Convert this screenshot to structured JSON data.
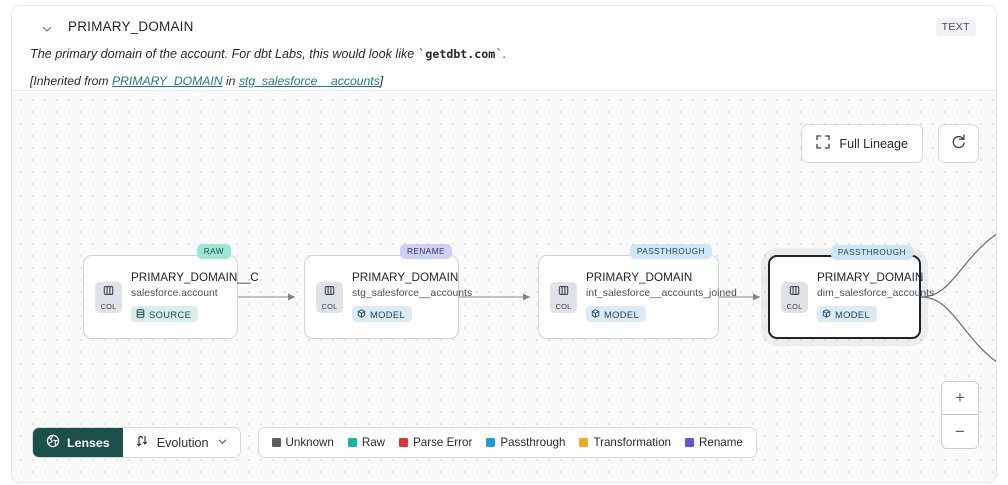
{
  "header": {
    "collapse_icon": "chevron-down-icon",
    "column_name": "PRIMARY_DOMAIN",
    "type_badge": "TEXT",
    "description_prefix": "The primary domain of the account. For dbt Labs, this would look like ",
    "description_code": "getdbt.com",
    "description_suffix": ".",
    "inherited_prefix": "[Inherited from ",
    "inherited_column_link": "PRIMARY_DOMAIN",
    "inherited_middle": " in ",
    "inherited_table_link": "stg_salesforce__accounts",
    "inherited_suffix": "]"
  },
  "canvas": {
    "full_lineage_label": "Full Lineage",
    "full_lineage_icon": "expand-corners-icon",
    "refresh_icon": "refresh-icon",
    "zoom_in_label": "+",
    "zoom_out_label": "−"
  },
  "nodes": [
    {
      "tag": "RAW",
      "tag_kind": "raw",
      "col_label": "COL",
      "name": "PRIMARY_DOMAIN__C",
      "table": "salesforce.account",
      "pill": "SOURCE",
      "pill_kind": "source",
      "selected": false
    },
    {
      "tag": "RENAME",
      "tag_kind": "rename",
      "col_label": "COL",
      "name": "PRIMARY_DOMAIN",
      "table": "stg_salesforce__accounts",
      "pill": "MODEL",
      "pill_kind": "model",
      "selected": false
    },
    {
      "tag": "PASSTHROUGH",
      "tag_kind": "passthrough",
      "col_label": "COL",
      "name": "PRIMARY_DOMAIN",
      "table": "int_salesforce__accounts_joined",
      "pill": "MODEL",
      "pill_kind": "model",
      "selected": false
    },
    {
      "tag": "PASSTHROUGH",
      "tag_kind": "passthrough",
      "col_label": "COL",
      "name": "PRIMARY_DOMAIN",
      "table": "dim_salesforce_accounts",
      "pill": "MODEL",
      "pill_kind": "model",
      "selected": true
    }
  ],
  "toolbar": {
    "lenses_label": "Lenses",
    "lenses_icon": "aperture-icon",
    "evolution_label": "Evolution",
    "evolution_icon": "sort-arrows-icon",
    "evolution_chevron": "chevron-down-icon"
  },
  "legend": {
    "items": [
      {
        "label": "Unknown",
        "color": "#575d66"
      },
      {
        "label": "Raw",
        "color": "#14b8a0"
      },
      {
        "label": "Parse Error",
        "color": "#e03535"
      },
      {
        "label": "Passthrough",
        "color": "#1e9ae0"
      },
      {
        "label": "Transformation",
        "color": "#f0a81e"
      },
      {
        "label": "Rename",
        "color": "#5b57e0"
      }
    ]
  },
  "colors": {
    "lenses_bg": "#19514a",
    "link": "#1a7f78",
    "canvas_bg": "#fafafa"
  }
}
